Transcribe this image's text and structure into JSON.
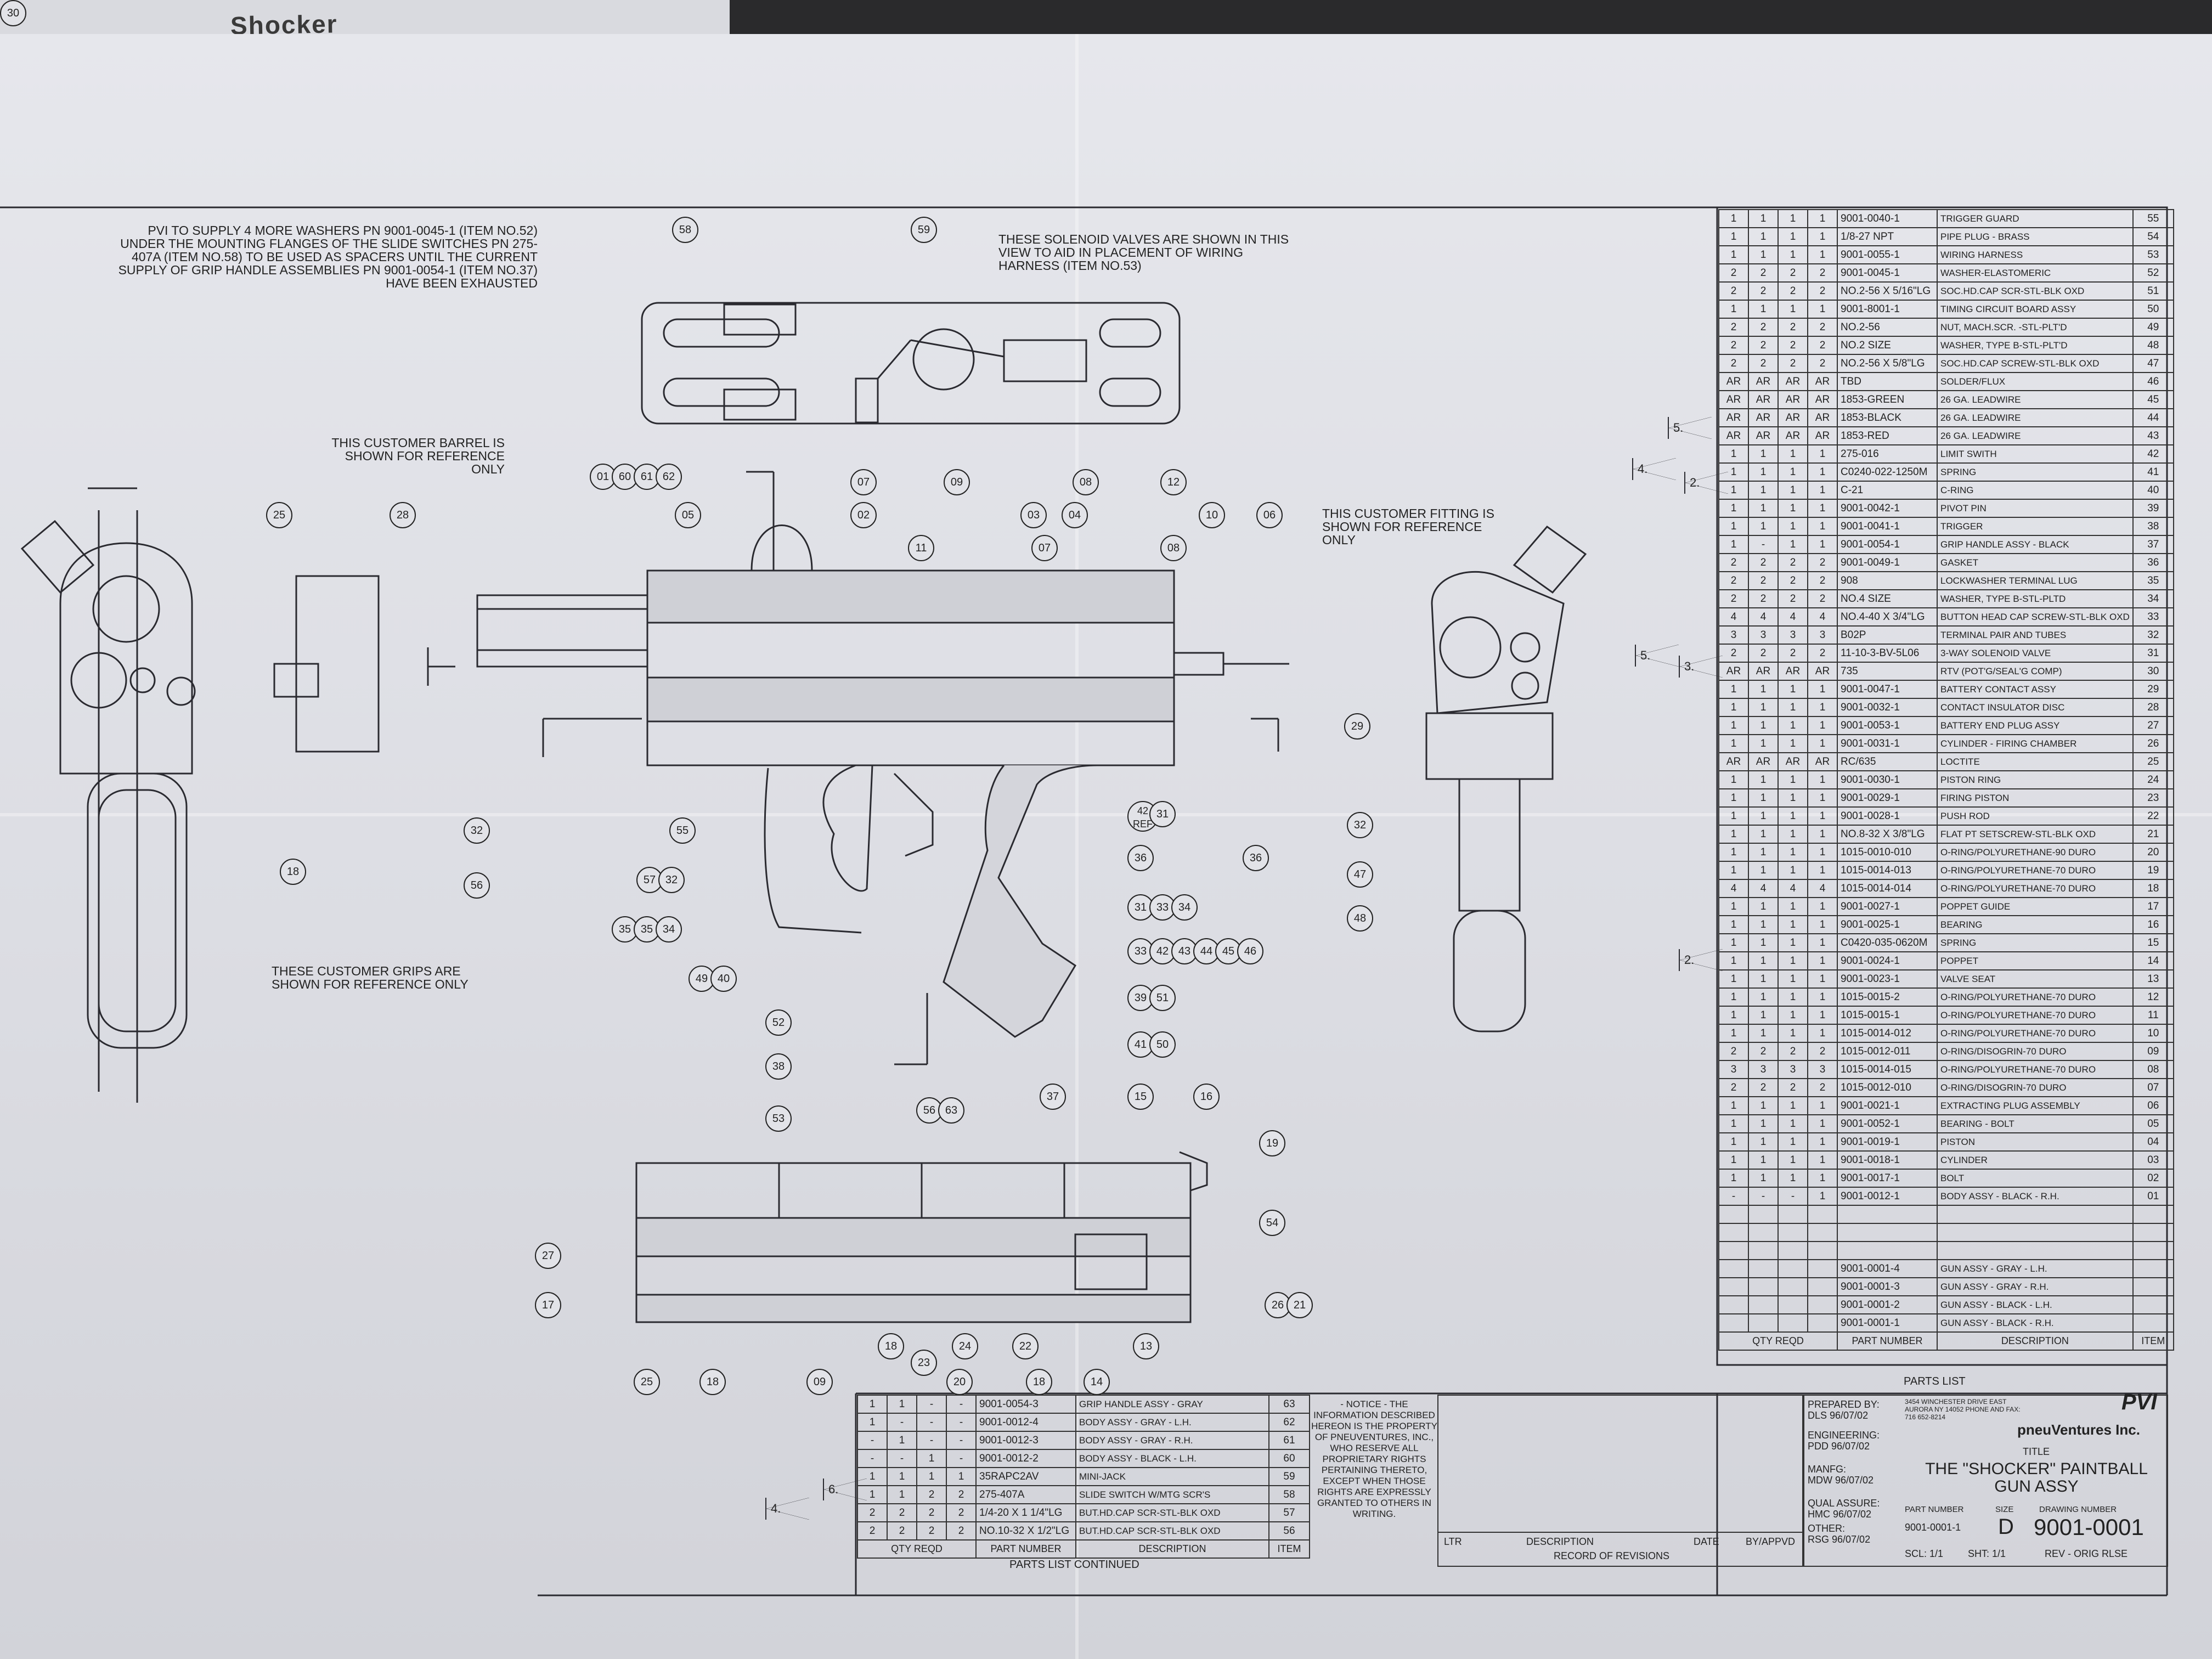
{
  "top_sheet_fragment": "Shocker",
  "notes": {
    "washers": "pVI TO SUPPLY 4 MORE WASHERS PN 9001-0045-1 (ITEM NO.52) UNDER THE MOUNTING FLANGES OF THE SLIDE SWITCHES PN 275-407a (ITEM NO.58) TO BE USED AS SPACERS UNTIL THE CURRENT SUPPLY OF GRIP HANDLE ASSEMBLIES PN 9001-0054-1 (ITEM NO.37) HAVE BEEN EXHAUSTED",
    "solenoid": "THESE SOLENOID VALVES ARE SHOWN IN THIS VIEW TO AID IN PLACEMENT OF WIRING HARNESS (ITEM NO.53)",
    "barrel": "THIS CUSTOMER BARREL IS SHOWN FOR REFERENCE ONLY",
    "fitting": "THIS CUSTOMER FITTING IS SHOWN FOR REFERENCE ONLY",
    "grips": "THESE CUSTOMER GRIPS ARE SHOWN FOR REFERENCE ONLY"
  },
  "balloons": [
    "58",
    "59",
    "01",
    "60",
    "61",
    "62",
    "07",
    "09",
    "08",
    "12",
    "05",
    "02",
    "03",
    "04",
    "10",
    "06",
    "11",
    "07",
    "08",
    "25",
    "28",
    "29",
    "42 REF",
    "31",
    "32",
    "55",
    "36",
    "36",
    "56",
    "57",
    "32",
    "31",
    "33",
    "34",
    "35",
    "35",
    "34",
    "33",
    "42",
    "43",
    "44",
    "45",
    "46",
    "32",
    "47",
    "48",
    "49",
    "40",
    "39",
    "51",
    "52",
    "38",
    "41",
    "50",
    "53",
    "56",
    "63",
    "37",
    "15",
    "16",
    "19",
    "27",
    "54",
    "17",
    "26",
    "21",
    "25",
    "18",
    "09",
    "18",
    "23",
    "24",
    "20",
    "22",
    "18",
    "14",
    "13",
    "18",
    "30"
  ],
  "flags": [
    "5.",
    "4.",
    "2.",
    "5.",
    "3.",
    "2.",
    "6.",
    "4."
  ],
  "parts_list": {
    "rows": [
      {
        "q": [
          "1",
          "1",
          "1",
          "1"
        ],
        "pn": "9001-0040-1",
        "desc": "TRIGGER GUARD",
        "item": "55"
      },
      {
        "q": [
          "1",
          "1",
          "1",
          "1"
        ],
        "pn": "1/8-27 NPT",
        "desc": "PIPE PLUG - BRASS",
        "item": "54"
      },
      {
        "q": [
          "1",
          "1",
          "1",
          "1"
        ],
        "pn": "9001-0055-1",
        "desc": "WIRING HARNESS",
        "item": "53"
      },
      {
        "q": [
          "2",
          "2",
          "2",
          "2"
        ],
        "pn": "9001-0045-1",
        "desc": "WASHER-ELASTOMERIC",
        "item": "52"
      },
      {
        "q": [
          "2",
          "2",
          "2",
          "2"
        ],
        "pn": "NO.2-56 X 5/16\"LG",
        "desc": "SOC.HD.CAP SCR-STL-BLK OXD",
        "item": "51"
      },
      {
        "q": [
          "1",
          "1",
          "1",
          "1"
        ],
        "pn": "9001-8001-1",
        "desc": "TIMING CIRCUIT BOARD ASSY",
        "item": "50"
      },
      {
        "q": [
          "2",
          "2",
          "2",
          "2"
        ],
        "pn": "NO.2-56",
        "desc": "NUT, MACH.SCR. -STL-PLT'D",
        "item": "49"
      },
      {
        "q": [
          "2",
          "2",
          "2",
          "2"
        ],
        "pn": "NO.2 SIZE",
        "desc": "WASHER, TYPE B-STL-PLT'D",
        "item": "48"
      },
      {
        "q": [
          "2",
          "2",
          "2",
          "2"
        ],
        "pn": "NO.2-56 X 5/8\"LG",
        "desc": "SOC.HD.CAP SCREW-STL-BLK OXD",
        "item": "47"
      },
      {
        "q": [
          "AR",
          "AR",
          "AR",
          "AR"
        ],
        "pn": "TBD",
        "desc": "SOLDER/FLUX",
        "item": "46"
      },
      {
        "q": [
          "AR",
          "AR",
          "AR",
          "AR"
        ],
        "pn": "1853-GREEN",
        "desc": "26 GA. LEADWIRE",
        "item": "45"
      },
      {
        "q": [
          "AR",
          "AR",
          "AR",
          "AR"
        ],
        "pn": "1853-BLACK",
        "desc": "26 GA. LEADWIRE",
        "item": "44"
      },
      {
        "q": [
          "AR",
          "AR",
          "AR",
          "AR"
        ],
        "pn": "1853-RED",
        "desc": "26 GA. LEADWIRE",
        "item": "43"
      },
      {
        "q": [
          "1",
          "1",
          "1",
          "1"
        ],
        "pn": "275-016",
        "desc": "LIMIT SWITH",
        "item": "42"
      },
      {
        "q": [
          "1",
          "1",
          "1",
          "1"
        ],
        "pn": "C0240-022-1250M",
        "desc": "SPRING",
        "item": "41"
      },
      {
        "q": [
          "1",
          "1",
          "1",
          "1"
        ],
        "pn": "C-21",
        "desc": "C-RING",
        "item": "40"
      },
      {
        "q": [
          "1",
          "1",
          "1",
          "1"
        ],
        "pn": "9001-0042-1",
        "desc": "PIVOT PIN",
        "item": "39"
      },
      {
        "q": [
          "1",
          "1",
          "1",
          "1"
        ],
        "pn": "9001-0041-1",
        "desc": "TRIGGER",
        "item": "38"
      },
      {
        "q": [
          "1",
          "-",
          "1",
          "1"
        ],
        "pn": "9001-0054-1",
        "desc": "GRIP HANDLE ASSY - BLACK",
        "item": "37"
      },
      {
        "q": [
          "2",
          "2",
          "2",
          "2"
        ],
        "pn": "9001-0049-1",
        "desc": "GASKET",
        "item": "36"
      },
      {
        "q": [
          "2",
          "2",
          "2",
          "2"
        ],
        "pn": "908",
        "desc": "LOCKWASHER TERMINAL LUG",
        "item": "35"
      },
      {
        "q": [
          "2",
          "2",
          "2",
          "2"
        ],
        "pn": "NO.4 SIZE",
        "desc": "WASHER, TYPE B-STL-PLTD",
        "item": "34"
      },
      {
        "q": [
          "4",
          "4",
          "4",
          "4"
        ],
        "pn": "NO.4-40 X 3/4\"LG",
        "desc": "BUTTON HEAD CAP SCREW-STL-BLK OXD",
        "item": "33"
      },
      {
        "q": [
          "3",
          "3",
          "3",
          "3"
        ],
        "pn": "B02P",
        "desc": "TERMINAL PAIR AND TUBES",
        "item": "32"
      },
      {
        "q": [
          "2",
          "2",
          "2",
          "2"
        ],
        "pn": "11-10-3-BV-5L06",
        "desc": "3-WAY SOLENOID VALVE",
        "item": "31"
      },
      {
        "q": [
          "AR",
          "AR",
          "AR",
          "AR"
        ],
        "pn": "735",
        "desc": "RTV (POT'G/SEAL'G COMP)",
        "item": "30"
      },
      {
        "q": [
          "1",
          "1",
          "1",
          "1"
        ],
        "pn": "9001-0047-1",
        "desc": "BATTERY CONTACT ASSY",
        "item": "29"
      },
      {
        "q": [
          "1",
          "1",
          "1",
          "1"
        ],
        "pn": "9001-0032-1",
        "desc": "CONTACT INSULATOR DISC",
        "item": "28"
      },
      {
        "q": [
          "1",
          "1",
          "1",
          "1"
        ],
        "pn": "9001-0053-1",
        "desc": "BATTERY END PLUG ASSY",
        "item": "27"
      },
      {
        "q": [
          "1",
          "1",
          "1",
          "1"
        ],
        "pn": "9001-0031-1",
        "desc": "CYLINDER - FIRING CHAMBER",
        "item": "26"
      },
      {
        "q": [
          "AR",
          "AR",
          "AR",
          "AR"
        ],
        "pn": "RC/635",
        "desc": "LOCTITE",
        "item": "25"
      },
      {
        "q": [
          "1",
          "1",
          "1",
          "1"
        ],
        "pn": "9001-0030-1",
        "desc": "PISTON RING",
        "item": "24"
      },
      {
        "q": [
          "1",
          "1",
          "1",
          "1"
        ],
        "pn": "9001-0029-1",
        "desc": "FIRING PISTON",
        "item": "23"
      },
      {
        "q": [
          "1",
          "1",
          "1",
          "1"
        ],
        "pn": "9001-0028-1",
        "desc": "PUSH ROD",
        "item": "22"
      },
      {
        "q": [
          "1",
          "1",
          "1",
          "1"
        ],
        "pn": "NO.8-32 X 3/8\"LG",
        "desc": "FLAT PT SETSCREW-STL-BLK OXD",
        "item": "21"
      },
      {
        "q": [
          "1",
          "1",
          "1",
          "1"
        ],
        "pn": "1015-0010-010",
        "desc": "O-RING/POLYURETHANE-90 DURO",
        "item": "20"
      },
      {
        "q": [
          "1",
          "1",
          "1",
          "1"
        ],
        "pn": "1015-0014-013",
        "desc": "O-RING/POLYURETHANE-70 DURO",
        "item": "19"
      },
      {
        "q": [
          "4",
          "4",
          "4",
          "4"
        ],
        "pn": "1015-0014-014",
        "desc": "O-RING/POLYURETHANE-70 DURO",
        "item": "18"
      },
      {
        "q": [
          "1",
          "1",
          "1",
          "1"
        ],
        "pn": "9001-0027-1",
        "desc": "POPPET GUIDE",
        "item": "17"
      },
      {
        "q": [
          "1",
          "1",
          "1",
          "1"
        ],
        "pn": "9001-0025-1",
        "desc": "BEARING",
        "item": "16"
      },
      {
        "q": [
          "1",
          "1",
          "1",
          "1"
        ],
        "pn": "C0420-035-0620M",
        "desc": "SPRING",
        "item": "15"
      },
      {
        "q": [
          "1",
          "1",
          "1",
          "1"
        ],
        "pn": "9001-0024-1",
        "desc": "POPPET",
        "item": "14"
      },
      {
        "q": [
          "1",
          "1",
          "1",
          "1"
        ],
        "pn": "9001-0023-1",
        "desc": "VALVE SEAT",
        "item": "13"
      },
      {
        "q": [
          "1",
          "1",
          "1",
          "1"
        ],
        "pn": "1015-0015-2",
        "desc": "O-RING/POLYURETHANE-70 DURO",
        "item": "12"
      },
      {
        "q": [
          "1",
          "1",
          "1",
          "1"
        ],
        "pn": "1015-0015-1",
        "desc": "O-RING/POLYURETHANE-70 DURO",
        "item": "11"
      },
      {
        "q": [
          "1",
          "1",
          "1",
          "1"
        ],
        "pn": "1015-0014-012",
        "desc": "O-RING/POLYURETHANE-70 DURO",
        "item": "10"
      },
      {
        "q": [
          "2",
          "2",
          "2",
          "2"
        ],
        "pn": "1015-0012-011",
        "desc": "O-RING/DISOGRIN-70 DURO",
        "item": "09"
      },
      {
        "q": [
          "3",
          "3",
          "3",
          "3"
        ],
        "pn": "1015-0014-015",
        "desc": "O-RING/POLYURETHANE-70 DURO",
        "item": "08"
      },
      {
        "q": [
          "2",
          "2",
          "2",
          "2"
        ],
        "pn": "1015-0012-010",
        "desc": "O-RING/DISOGRIN-70 DURO",
        "item": "07"
      },
      {
        "q": [
          "1",
          "1",
          "1",
          "1"
        ],
        "pn": "9001-0021-1",
        "desc": "EXTRACTING PLUG ASSEMBLY",
        "item": "06"
      },
      {
        "q": [
          "1",
          "1",
          "1",
          "1"
        ],
        "pn": "9001-0052-1",
        "desc": "BEARING - BOLT",
        "item": "05"
      },
      {
        "q": [
          "1",
          "1",
          "1",
          "1"
        ],
        "pn": "9001-0019-1",
        "desc": "PISTON",
        "item": "04"
      },
      {
        "q": [
          "1",
          "1",
          "1",
          "1"
        ],
        "pn": "9001-0018-1",
        "desc": "CYLINDER",
        "item": "03"
      },
      {
        "q": [
          "1",
          "1",
          "1",
          "1"
        ],
        "pn": "9001-0017-1",
        "desc": "BOLT",
        "item": "02"
      },
      {
        "q": [
          "-",
          "-",
          "-",
          "1"
        ],
        "pn": "9001-0012-1",
        "desc": "BODY ASSY - BLACK - R.H.",
        "item": "01"
      }
    ],
    "assemblies": [
      {
        "pn": "9001-0001-4",
        "desc": "GUN ASSY - GRAY - L.H."
      },
      {
        "pn": "9001-0001-3",
        "desc": "GUN ASSY - GRAY - R.H."
      },
      {
        "pn": "9001-0001-2",
        "desc": "GUN ASSY - BLACK - L.H."
      },
      {
        "pn": "9001-0001-1",
        "desc": "GUN ASSY - BLACK - R.H."
      }
    ],
    "headers": {
      "qty": "QTY REQD",
      "pn": "PART NUMBER",
      "desc": "DESCRIPTION",
      "item": "ITEM"
    },
    "title": "PARTS LIST"
  },
  "parts_continued": {
    "rows": [
      {
        "q": [
          "1",
          "1",
          "-",
          "-"
        ],
        "pn": "9001-0054-3",
        "desc": "GRIP HANDLE ASSY - GRAY",
        "item": "63"
      },
      {
        "q": [
          "1",
          "-",
          "-",
          "-"
        ],
        "pn": "9001-0012-4",
        "desc": "BODY ASSY - GRAY - L.H.",
        "item": "62"
      },
      {
        "q": [
          "-",
          "1",
          "-",
          "-"
        ],
        "pn": "9001-0012-3",
        "desc": "BODY ASSY - GRAY - R.H.",
        "item": "61"
      },
      {
        "q": [
          "-",
          "-",
          "1",
          "-"
        ],
        "pn": "9001-0012-2",
        "desc": "BODY ASSY - BLACK - L.H.",
        "item": "60"
      },
      {
        "q": [
          "1",
          "1",
          "1",
          "1"
        ],
        "pn": "35RAPC2AV",
        "desc": "MINI-JACK",
        "item": "59"
      },
      {
        "q": [
          "1",
          "1",
          "2",
          "2"
        ],
        "pn": "275-407a",
        "desc": "SLIDE SWITCH W/MTG SCR'S",
        "item": "58"
      },
      {
        "q": [
          "2",
          "2",
          "2",
          "2"
        ],
        "pn": "1/4-20 X 1 1/4\"LG",
        "desc": "BUT.HD.CAP SCR-STL-BLK OXD",
        "item": "57"
      },
      {
        "q": [
          "2",
          "2",
          "2",
          "2"
        ],
        "pn": "NO.10-32 X 1/2\"LG",
        "desc": "BUT.HD.CAP SCR-STL-BLK OXD",
        "item": "56"
      }
    ],
    "headers": {
      "qty": "QTY REQD",
      "pn": "PART NUMBER",
      "desc": "DESCRIPTION",
      "item": "ITEM"
    },
    "title": "PARTS LIST CONTINUED"
  },
  "notice": "- NOTICE - THE INFORMATION DESCRIBED HEREON IS THE PROPERTY OF pneuVentures, Inc., WHO RESERVE ALL PROPRIETARY RIGHTS PERTAINING THERETO, EXCEPT WHEN THOSE RIGHTS ARE EXPRESSLY GRANTED TO OTHERS IN WRITING.",
  "revisions": {
    "ltr": "LTR",
    "description": "DESCRIPTION",
    "date": "DATE",
    "by": "BY/APPVD",
    "title": "RECORD OF REVISIONS"
  },
  "title_block": {
    "prepared_by": "PREPARED BY:",
    "prepared": "DLS 96/07/02",
    "engineering_label": "ENGINEERING:",
    "engineering": "PDD 96/07/02",
    "manfg_label": "MANFG:",
    "manfg": "MDW 96/07/02",
    "qual_label": "QUAL ASSURE:",
    "qual": "HMC 96/07/02",
    "other_label": "OTHER:",
    "other": "RSG 96/07/02",
    "address": "3454 WINCHESTER DRIVE EAST AURORA NY 14052 PHONE AND FAX: 716 652-8214",
    "company": "pneuVentures Inc.",
    "logo": "pVI",
    "title_label": "TITLE",
    "title": "THE \"SHOCKER\" PAINTBALL GUN ASSY",
    "part_number_label": "PART NUMBER",
    "part_number": "9001-0001-1",
    "size_label": "SIZE",
    "size": "D",
    "drawing_number_label": "DRAWING NUMBER",
    "drawing_number": "9001-0001",
    "scale": "SCL: 1/1",
    "sheet": "SHT: 1/1",
    "rev": "REV - ORIG RLSE"
  },
  "colors": {
    "paper": "#e2e3e8",
    "ink": "#2c2c34",
    "background": "#2a2a2c"
  }
}
